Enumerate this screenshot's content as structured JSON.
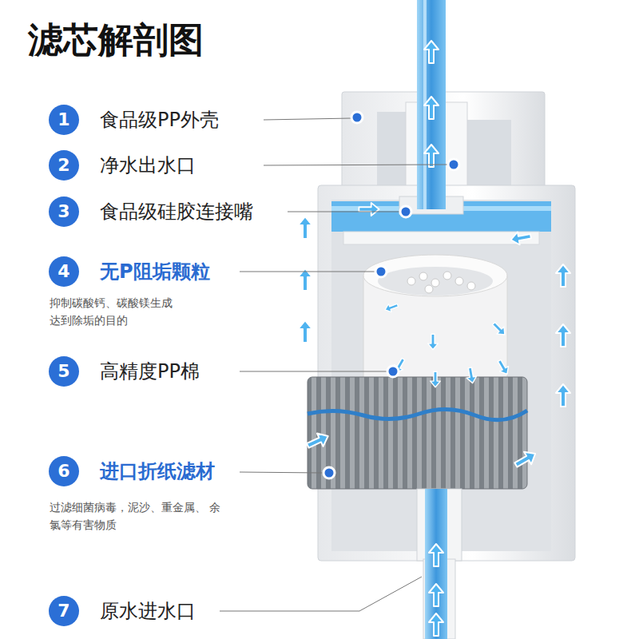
{
  "diagram": {
    "title": "滤芯解剖图",
    "nodes": [
      {
        "text": [
          "1"
        ]
      },
      {
        "text": [
          "2"
        ]
      },
      {
        "text": [
          "3"
        ]
      },
      {
        "text": [
          "4"
        ]
      },
      {
        "text": [
          "5"
        ]
      },
      {
        "text": [
          "6"
        ]
      },
      {
        "text": [
          "7"
        ]
      }
    ],
    "labels": [
      "食品级PP外壳",
      "净水出水口",
      "食品级硅胶连接嘴",
      "无P阻垢颗粒",
      "抑制碳酸钙、碳酸镁生成 达到除垢的目的",
      "高精度PP棉",
      "进口折纸滤材",
      "过滤细菌病毒，泥沙、重金属、 余氯等有害物质",
      "原水进水口"
    ]
  }
}
